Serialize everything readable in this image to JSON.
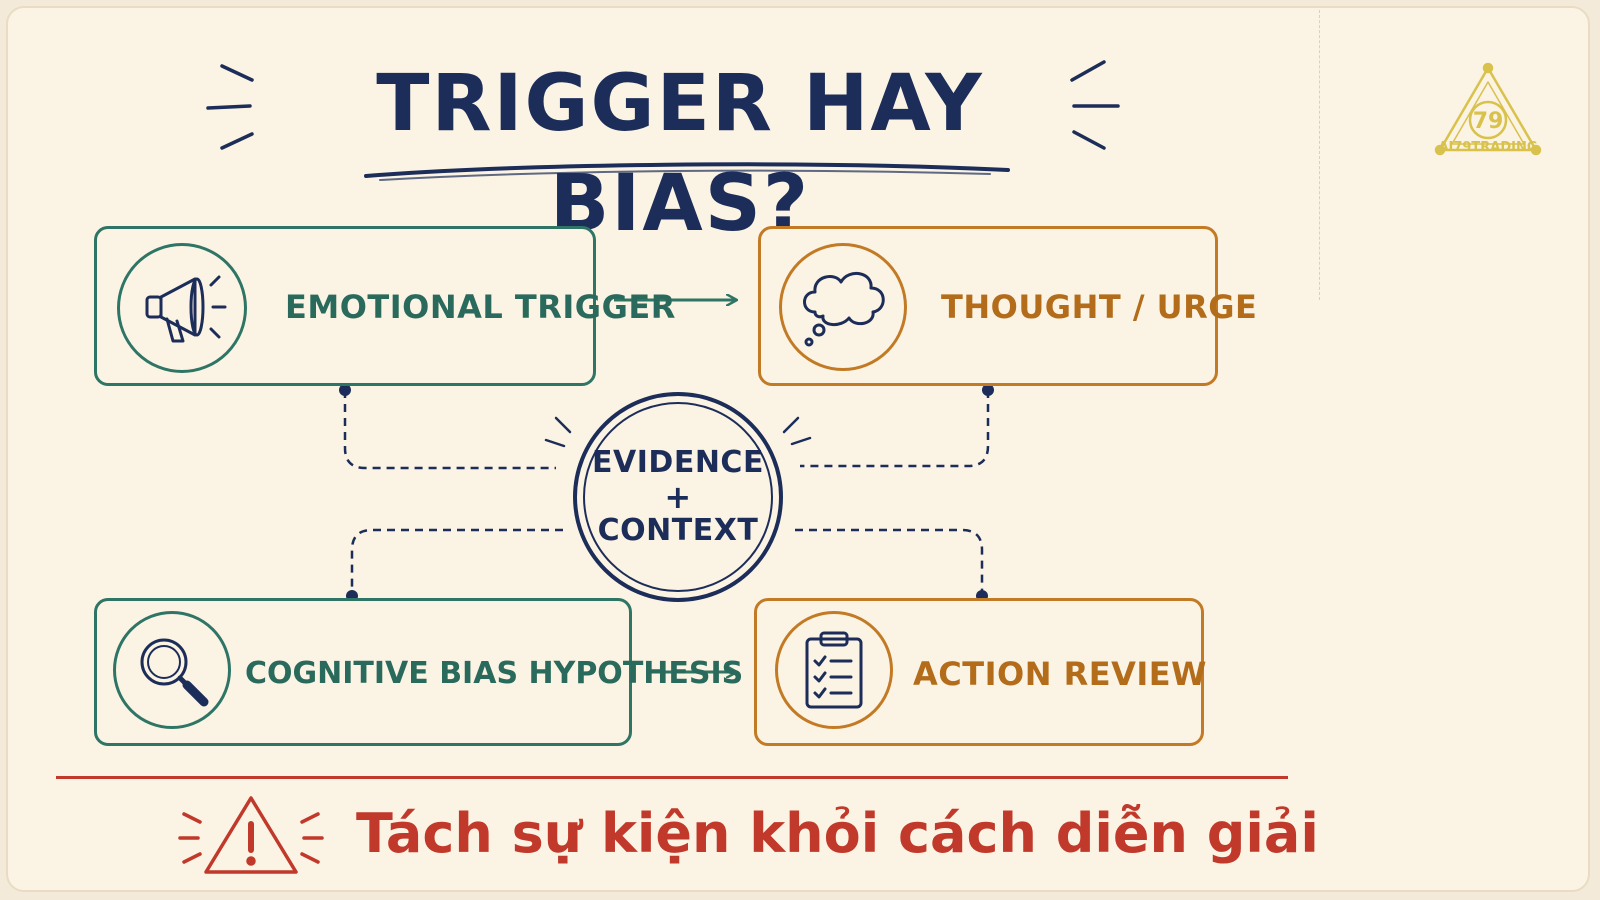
{
  "title": "TRIGGER HAY BIAS?",
  "nodes": {
    "emotional_trigger": {
      "label": "EMOTIONAL TRIGGER",
      "icon": "megaphone-icon"
    },
    "thought_urge": {
      "label": "THOUGHT / URGE",
      "icon": "thought-cloud-icon"
    },
    "cognitive_bias": {
      "label": "COGNITIVE BIAS HYPOTHESIS",
      "icon": "magnifier-icon"
    },
    "action_review": {
      "label": "ACTION REVIEW",
      "icon": "clipboard-checklist-icon"
    }
  },
  "center": {
    "line1": "EVIDENCE",
    "plus": "+",
    "line2": "CONTEXT"
  },
  "footer": {
    "text": "Tách sự kiện khỏi cách diễn giải",
    "icon": "warning-triangle-icon"
  },
  "logo": {
    "text": "AI79TRADING",
    "mark": "79"
  },
  "colors": {
    "background": "#fbf3e3",
    "navy": "#1c2d5a",
    "teal": "#2f7566",
    "orange": "#c27a25",
    "red": "#c0392b",
    "gold": "#d8c24c"
  }
}
